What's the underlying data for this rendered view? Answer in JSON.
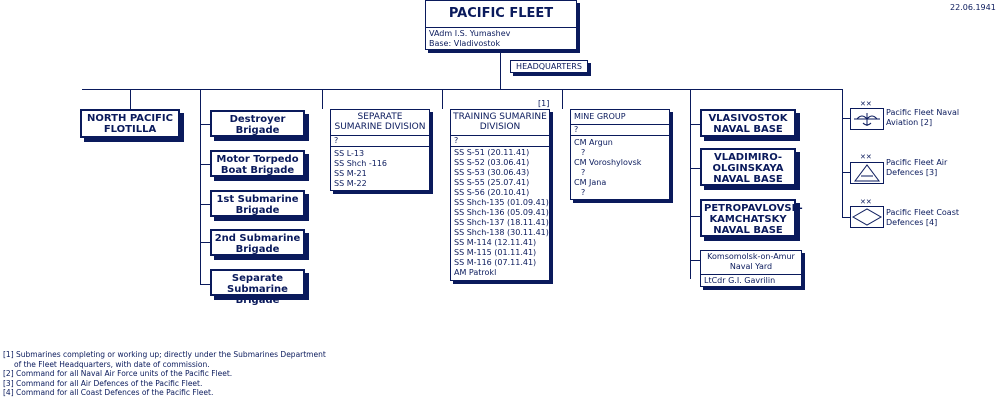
{
  "date": "22.06.1941",
  "fleet": {
    "title": "PACIFIC FLEET",
    "commander": "VAdm I.S. Yumashev",
    "base": "Base: Vladivostok"
  },
  "headquarters": "HEADQUARTERS",
  "north_pacific": "NORTH PACIFIC FLOTILLA",
  "brigades": [
    "Destroyer Brigade",
    "Motor Torpedo Boat Brigade",
    "1st Submarine Brigade",
    "2nd Submarine Brigade",
    "Separate Submarine Brigade"
  ],
  "separate_division": {
    "title": "SEPARATE SUMARINE DIVISION",
    "commander": "?",
    "units": [
      "SS L-13",
      "SS Shch -116",
      "SS M-21",
      "SS M-22"
    ]
  },
  "training_division": {
    "note": "[1]",
    "title": "TRAINING SUMARINE DIVISION",
    "commander": "?",
    "units": [
      "SS S-51 (20.11.41)",
      "SS S-52 (03.06.41)",
      "SS S-53 (30.06.43)",
      "SS S-55 (25.07.41)",
      "SS S-56 (20.10.41)",
      "SS Shch-135 (01.09.41)",
      "SS Shch-136 (05.09.41)",
      "SS Shch-137 (18.11.41)",
      "SS Shch-138 (30.11.41)",
      "SS M-114 (12.11.41)",
      "SS M-115 (01.11.41)",
      "SS M-116 (07.11.41)",
      "AM Patrokl"
    ]
  },
  "mine_group": {
    "title": "MINE GROUP",
    "commander": "?",
    "units": [
      "CM Argun",
      "?",
      "CM Voroshylovsk",
      "?",
      "CM Jana",
      "?"
    ]
  },
  "naval_bases": [
    "VLASIVOSTOK NAVAL BASE",
    "VLADIMIRO-OLGINSKAYA NAVAL BASE",
    "PETROPAVLOVSK-KAMCHATSKY NAVAL BASE"
  ],
  "yard": {
    "title": "Komsomolsk-on-Amur Naval Yard",
    "commander": "LtCdr G.I. Gavrilin"
  },
  "side_units": [
    {
      "label": "Pacific Fleet Naval Aviation [2]",
      "icon": "naval-aviation-symbol"
    },
    {
      "label": "Pacific Fleet Air Defences [3]",
      "icon": "air-defence-symbol"
    },
    {
      "label": "Pacific Fleet Coast Defences [4]",
      "icon": "coast-defence-symbol"
    }
  ],
  "notes": [
    "[1] Submarines completing or working up; directly under the Submarines Department",
    "of the Fleet Headquarters, with date of commission.",
    "[2] Command for all Naval Air Force units of the Pacific Fleet.",
    "[3] Command for all Air Defences of the Pacific Fleet.",
    "[4] Command for all Coast Defences of the Pacific Fleet."
  ],
  "colors": {
    "ink": "#0a1a5c",
    "background": "#ffffff"
  }
}
